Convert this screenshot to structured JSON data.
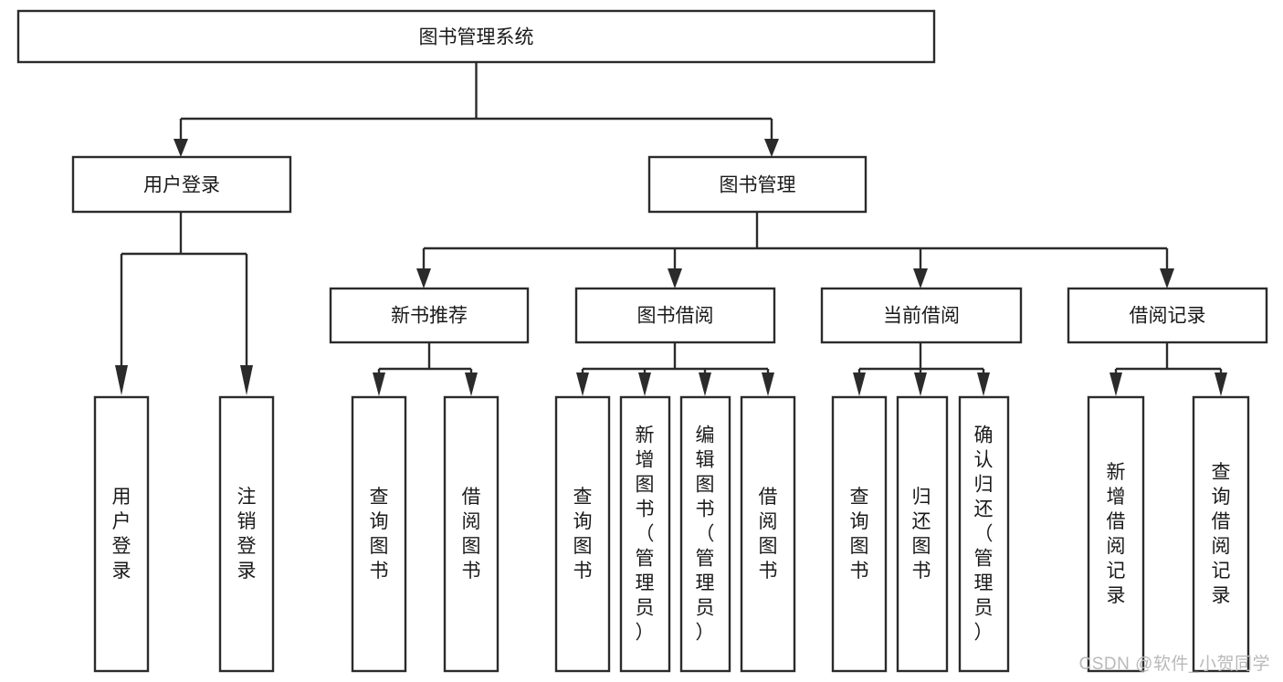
{
  "diagram": {
    "type": "hierarchy-tree",
    "title": "图书管理系统",
    "watermark": "CSDN @软件_小贺同学",
    "levels": {
      "root": {
        "label": "图书管理系统"
      },
      "level2": [
        {
          "label": "用户登录"
        },
        {
          "label": "图书管理"
        }
      ],
      "level3": [
        {
          "label": "新书推荐"
        },
        {
          "label": "图书借阅"
        },
        {
          "label": "当前借阅"
        },
        {
          "label": "借阅记录"
        }
      ]
    },
    "nodes": {
      "root": "图书管理系统",
      "user_login": "用户登录",
      "book_mgmt": "图书管理",
      "new_book_rec": "新书推荐",
      "book_borrow": "图书借阅",
      "current_borrow": "当前借阅",
      "borrow_record": "借阅记录",
      "leaf_user_login": "用户登录",
      "leaf_user_logout": "注销登录",
      "leaf_query_book_1": "查询图书",
      "leaf_borrow_book_1": "借阅图书",
      "leaf_query_book_2": "查询图书",
      "leaf_add_book_admin": "新增图书（管理员）",
      "leaf_edit_book_admin": "编辑图书（管理员）",
      "leaf_borrow_book_2": "借阅图书",
      "leaf_query_book_3": "查询图书",
      "leaf_return_book": "归还图书",
      "leaf_confirm_return_admin": "确认归还（管理员）",
      "leaf_add_borrow_record": "新增借阅记录",
      "leaf_query_borrow_record": "查询借阅记录"
    },
    "colors": {
      "box_stroke": "#2b2b2b",
      "box_fill": "#ffffff",
      "text": "#1a1a1a",
      "watermark": "#b9b9b9",
      "background": "#ffffff"
    },
    "vertical_text": {
      "leaf_user_login": [
        "用",
        "户",
        "登",
        "录"
      ],
      "leaf_user_logout": [
        "注",
        "销",
        "登",
        "录"
      ],
      "leaf_query_book_1": [
        "查",
        "询",
        "图",
        "书"
      ],
      "leaf_borrow_book_1": [
        "借",
        "阅",
        "图",
        "书"
      ],
      "leaf_query_book_2": [
        "查",
        "询",
        "图",
        "书"
      ],
      "leaf_add_book_admin": [
        "新",
        "增",
        "图",
        "书",
        "（",
        "管",
        "理",
        "员",
        "）"
      ],
      "leaf_edit_book_admin": [
        "编",
        "辑",
        "图",
        "书",
        "（",
        "管",
        "理",
        "员",
        "）"
      ],
      "leaf_borrow_book_2": [
        "借",
        "阅",
        "图",
        "书"
      ],
      "leaf_query_book_3": [
        "查",
        "询",
        "图",
        "书"
      ],
      "leaf_return_book": [
        "归",
        "还",
        "图",
        "书"
      ],
      "leaf_confirm_return_admin": [
        "确",
        "认",
        "归",
        "还",
        "（",
        "管",
        "理",
        "员",
        "）"
      ],
      "leaf_add_borrow_record": [
        "新",
        "增",
        "借",
        "阅",
        "记",
        "录"
      ],
      "leaf_query_borrow_record": [
        "查",
        "询",
        "借",
        "阅",
        "记",
        "录"
      ]
    }
  }
}
